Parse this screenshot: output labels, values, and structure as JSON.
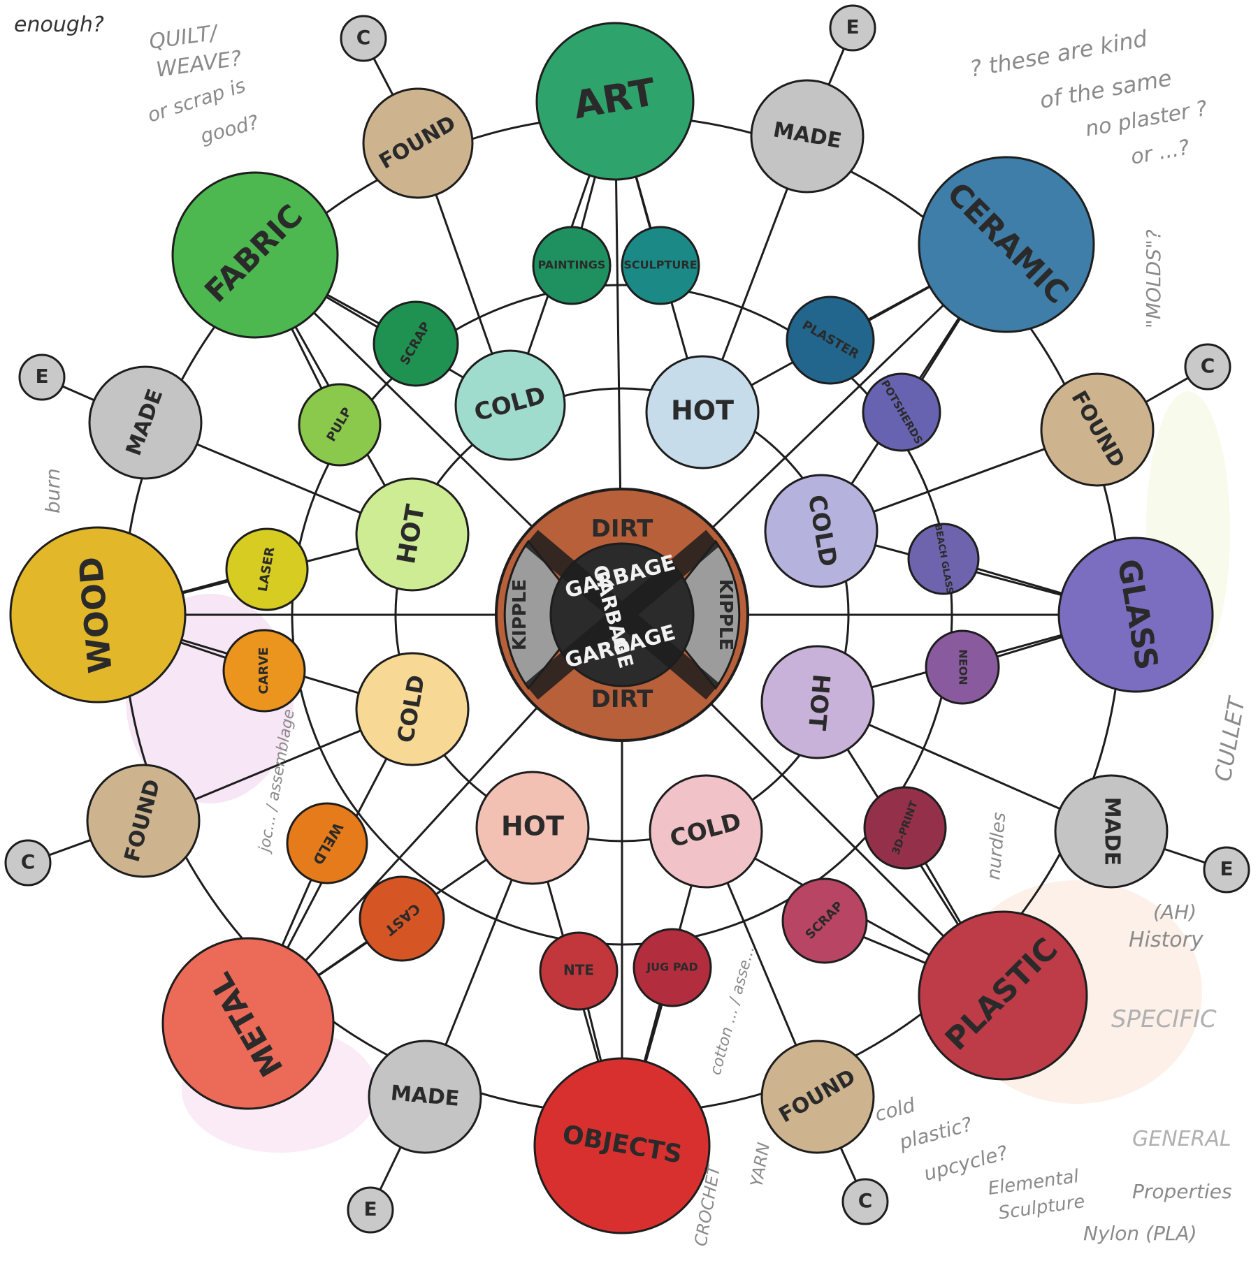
{
  "materials": {
    "art": "ART",
    "ceramic": "CERAMIC",
    "glass": "GLASS",
    "plastic": "PLASTIC",
    "objects": "OBJECTS",
    "metal": "METAL",
    "wood": "WOOD",
    "fabric": "FABRIC"
  },
  "center": {
    "dirt_top": "DIRT",
    "dirt_bottom": "DIRT",
    "kipple_left": "KIPPLE",
    "kipple_right": "KIPPLE",
    "garbage": "GARBAGE"
  },
  "nodes": {
    "found_art": "FOUND",
    "made_art": "MADE",
    "found_ceramic": "FOUND",
    "made_glass": "MADE",
    "found_plastic": "FOUND",
    "made_objects": "MADE",
    "found_metal": "FOUND",
    "made_wood": "MADE",
    "c_art": "C",
    "e_art": "E",
    "c_ceramic": "C",
    "e_glass": "E",
    "c_plastic": "C",
    "e_objects": "E",
    "c_metal": "C",
    "e_wood": "E",
    "cold_art": "COLD",
    "hot_art": "HOT",
    "cold_glass": "COLD",
    "hot_glass": "HOT",
    "cold_plastic": "COLD",
    "hot_plastic": "HOT",
    "cold_wood": "COLD",
    "hot_wood": "HOT",
    "paintings": "PAINTINGS",
    "sculpture": "SCULPTURE",
    "plaster": "PLASTER",
    "potsherds": "POTSHERDS",
    "beach_glass": "BEACH GLASS",
    "neon": "NEON",
    "printed_3d": "3D-PRINT",
    "scrap_plastic": "SCRAP",
    "jug_pad": "JUG PAD",
    "nte": "NTE",
    "cast": "CAST",
    "weld": "WELD",
    "carve": "CARVE",
    "laser": "LASER",
    "pulp": "PULP",
    "scrap_fabric": "SCRAP"
  },
  "notes": {
    "enough": "enough?",
    "quilt": "QUILT/",
    "weave": "WEAVE?",
    "orscrap": "or scrap is",
    "good": "good?",
    "same1": "? these are kind",
    "same2": "of the same",
    "same3": "no plaster ?",
    "same4": "or ...?",
    "molds": "\"MOLDS\"?",
    "burn": "burn",
    "jocks": "joc... / assemblage",
    "cullet": "CULLET",
    "nurdles": "nurdles",
    "ahistory1": "(AH)",
    "ahistory2": "History",
    "specific": "SPECIFIC",
    "cold_plastic1": "cold",
    "cold_plastic2": "plastic?",
    "cold_plastic3": "upcycle?",
    "general": "GENERAL",
    "elemental1": "Elemental",
    "elemental2": "Sculpture",
    "properties": "Properties",
    "nylon": "Nylon (PLA)",
    "crochet": "CROCHET",
    "yarn": "YARN",
    "cotton": "cotton ... / asse..."
  },
  "colors": {
    "art": "#2ea36b",
    "ceramic": "#3f7ea8",
    "glass": "#7b6ec0",
    "plastic": "#be3b48",
    "objects": "#d8302f",
    "metal": "#ec6a58",
    "wood": "#e3b72a",
    "fabric": "#4cb84f",
    "found": "#cdb48e",
    "made": "#c4c4c4",
    "ce": "#c9c9c9",
    "line": "#1d1d1d"
  }
}
